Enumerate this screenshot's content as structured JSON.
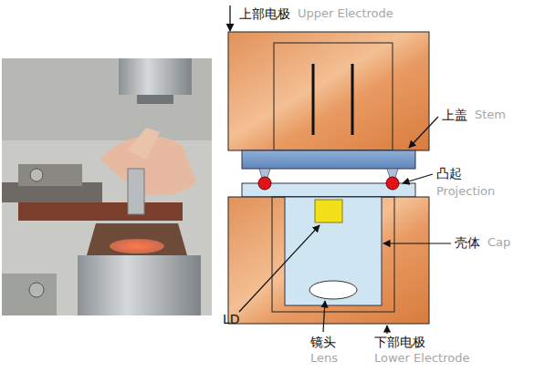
{
  "diagram": {
    "labels": [
      "上部电极",
      "Upper Electrode",
      "上盖",
      "Stem",
      "凸起",
      "Projection",
      "壳体",
      "Cap",
      "LD",
      "镜头",
      "Lens",
      "下部电极",
      "Lower Electrode"
    ]
  }
}
